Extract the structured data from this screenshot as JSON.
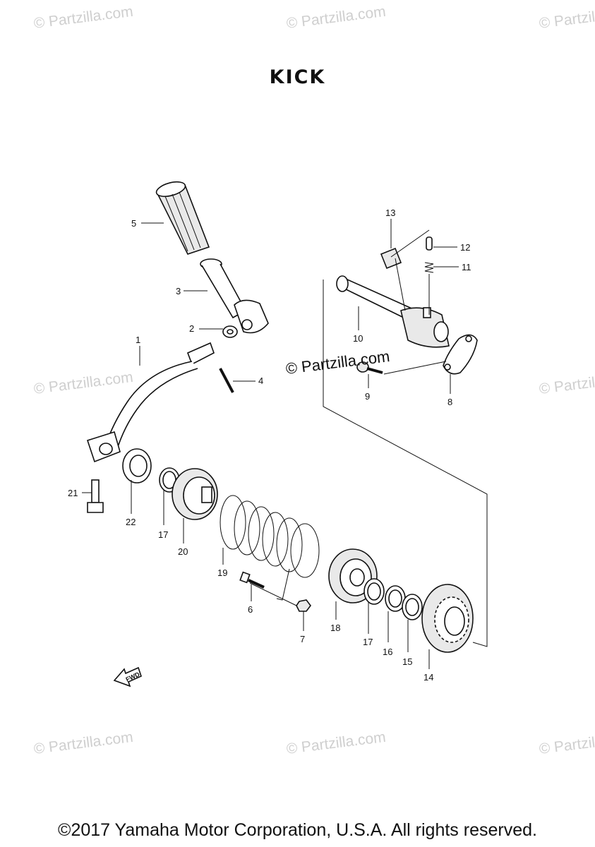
{
  "title": "KICK",
  "watermarks": {
    "text": "© Partzilla.com",
    "center_text": "© Partzilla.com"
  },
  "fwd_label": "FWD",
  "copyright": "©2017 Yamaha Motor Corporation, U.S.A. All rights reserved.",
  "callouts": {
    "c1": "1",
    "c2": "2",
    "c3": "3",
    "c4": "4",
    "c5": "5",
    "c6": "6",
    "c7": "7",
    "c8": "8",
    "c9": "9",
    "c10": "10",
    "c11": "11",
    "c12": "12",
    "c13": "13",
    "c14": "14",
    "c15": "15",
    "c16": "16",
    "c17a": "17",
    "c17b": "17",
    "c18": "18",
    "c19": "19",
    "c20": "20",
    "c21": "21",
    "c22": "22"
  }
}
